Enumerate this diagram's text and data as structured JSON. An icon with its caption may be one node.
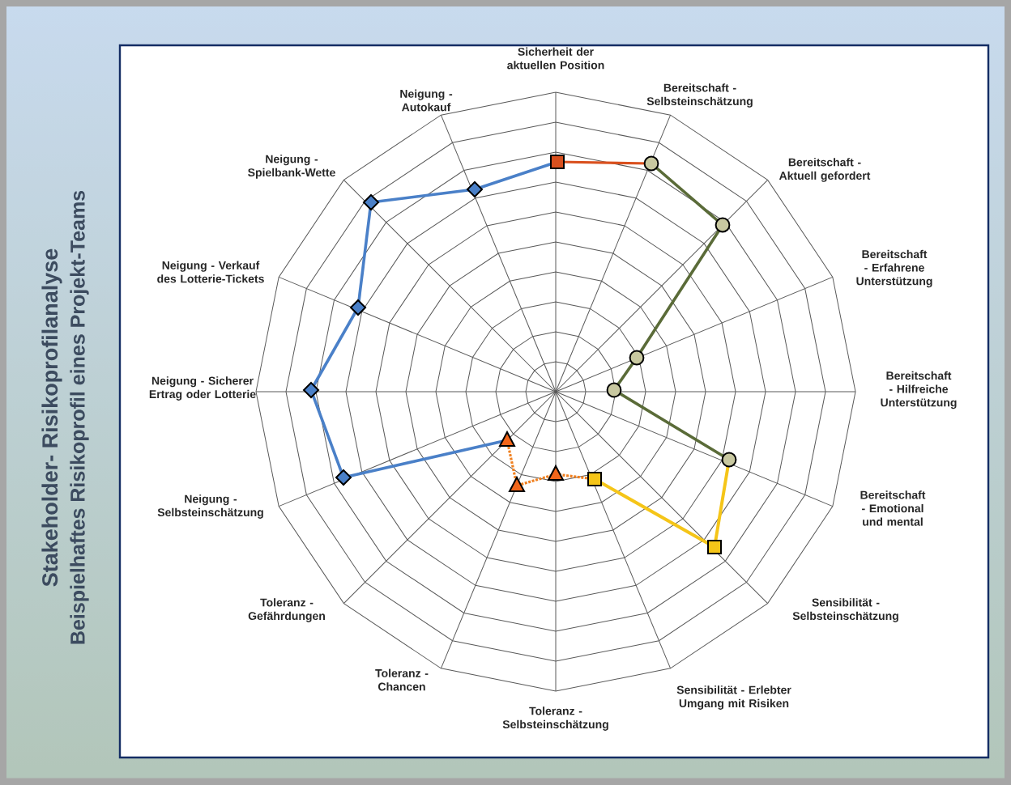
{
  "diagram": {
    "title": "Stakeholder- Risikoprofilanalyse",
    "caption": "Beispielhaftes Risikoprofil eines Projekt-Teams",
    "labels": [
      "Sicherheit der aktuellen Position",
      "Bereitschaft - Selbsteinschätzung",
      "Bereitschaft - Aktuell gefordert",
      "Bereitschaft - Erfahrene Unterstützung",
      "Bereitschaft - Hilfreiche Unterstützung",
      "Bereitschaft - Emotional und mental",
      "Sensibilität - Selbsteinschätzung",
      "Sensibilität - Erlebter Umgang mit Risiken",
      "Toleranz - Selbsteinschätzung",
      "Toleranz - Chancen",
      "Toleranz - Gefährdungen",
      "Neigung - Selbsteinschätzung",
      "Neigung - Sicherer Ertrag oder Lotterie",
      "Neigung - Verkauf des Lotterie-Tickets",
      "Neigung - Spielbank-Wette",
      "Neigung - Autokauf"
    ]
  }
}
